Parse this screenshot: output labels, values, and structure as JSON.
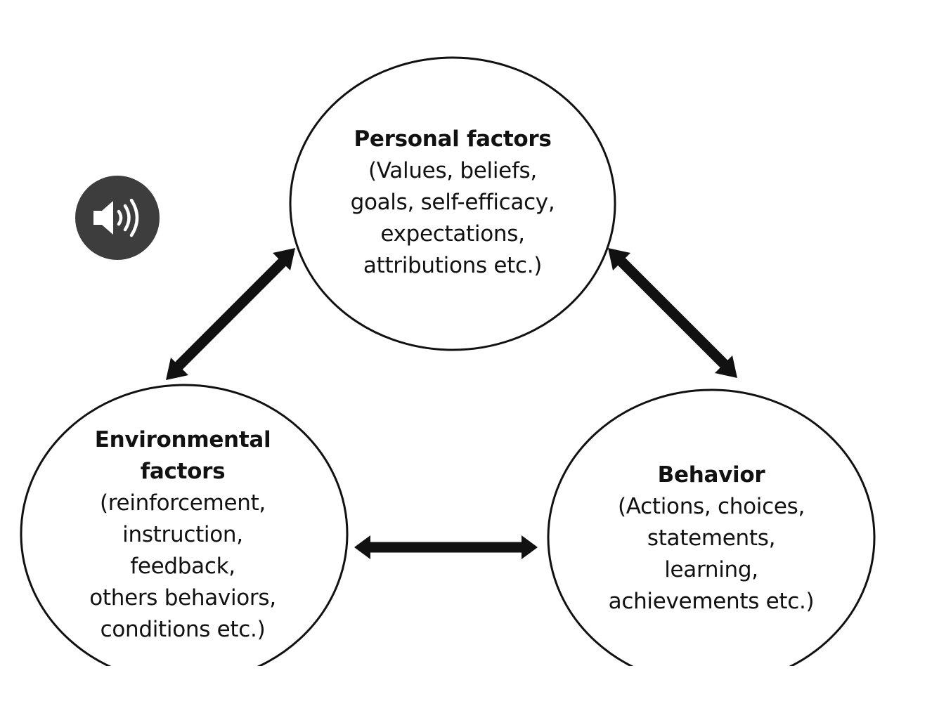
{
  "nodes": {
    "personal": {
      "title": "Personal factors",
      "lines": [
        "(Values, beliefs,",
        "goals, self-efficacy,",
        "expectations,",
        "attributions etc.)"
      ]
    },
    "environmental": {
      "title_lines": [
        "Environmental",
        "factors"
      ],
      "lines": [
        "(reinforcement,",
        "instruction,",
        "feedback,",
        "others behaviors,",
        "conditions etc.)"
      ]
    },
    "behavior": {
      "title": "Behavior",
      "lines": [
        "(Actions, choices,",
        "statements,",
        "learning,",
        "achievements etc.)"
      ]
    }
  },
  "audio_button": {
    "icon": "speaker-icon"
  }
}
